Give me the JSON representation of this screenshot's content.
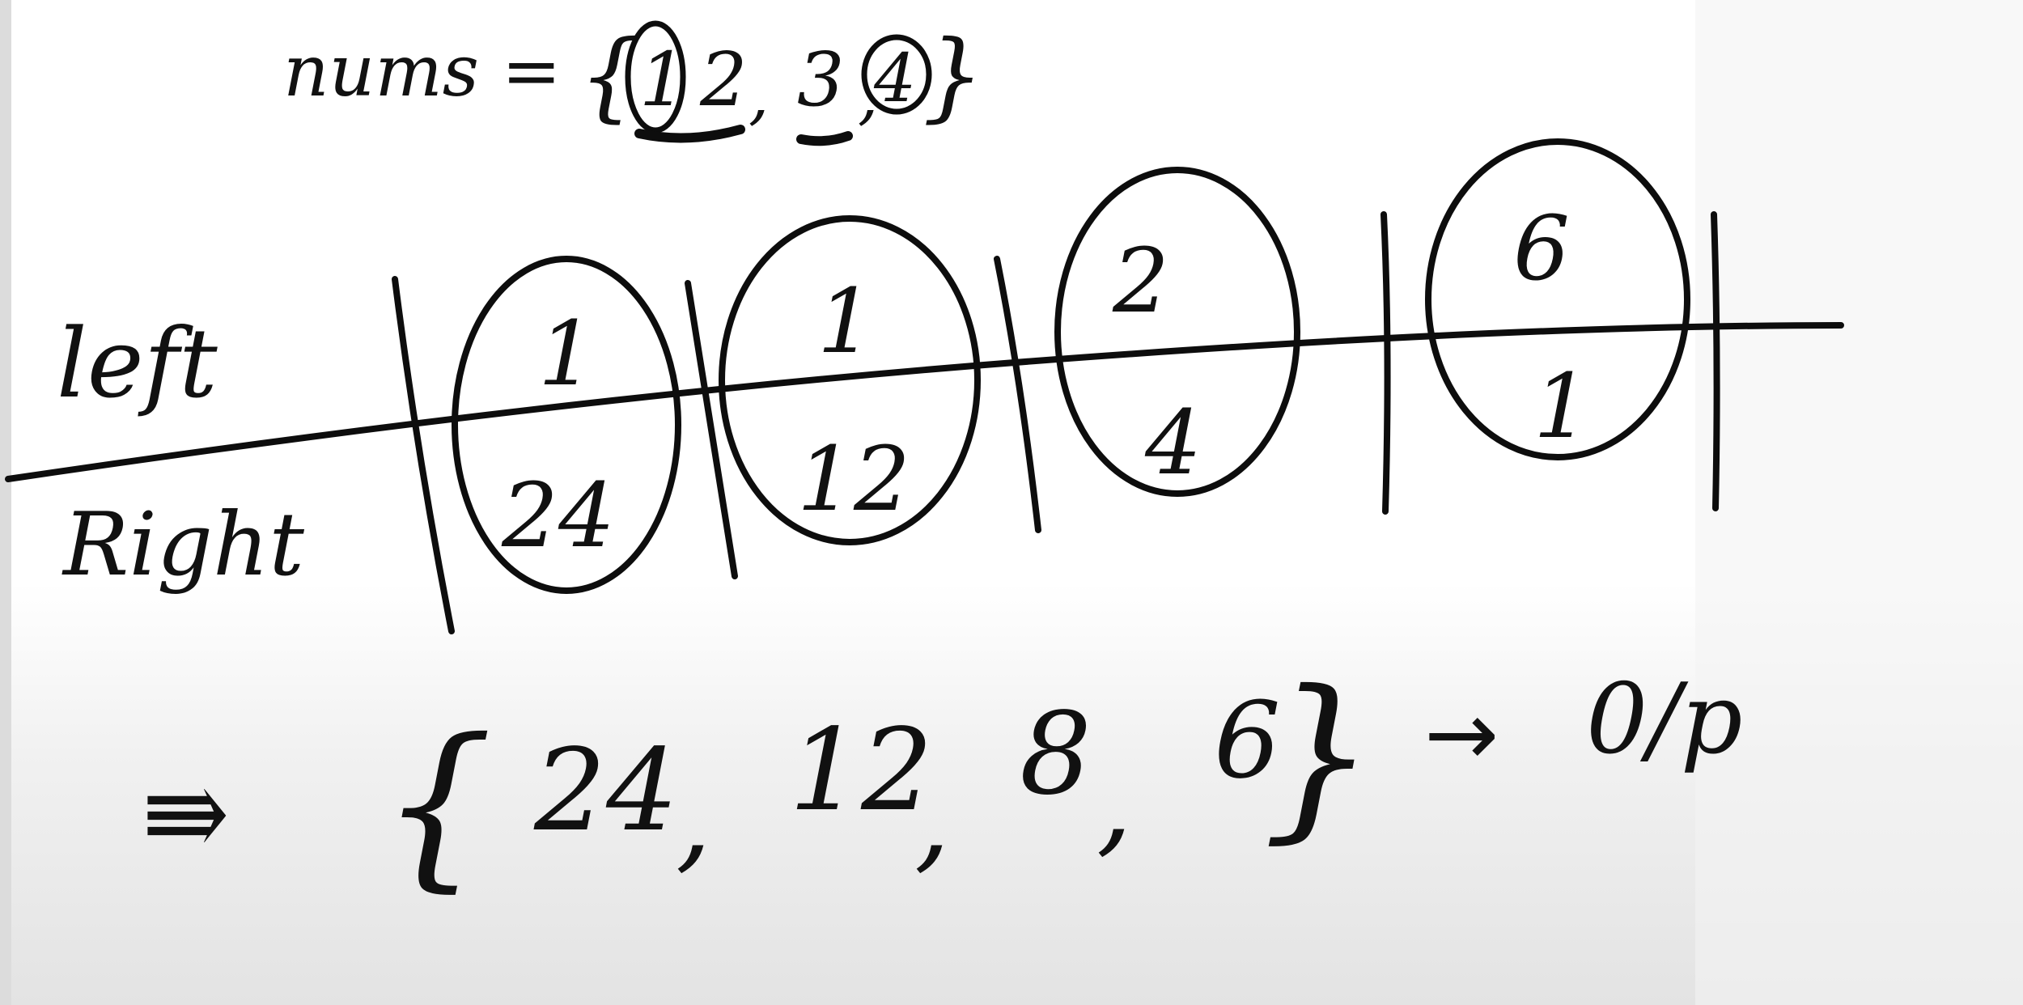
{
  "nums_line": {
    "label": "nums =",
    "open": "{",
    "items": [
      "1",
      "2",
      "3",
      "4"
    ],
    "sep1": ",",
    "sep2": ",",
    "close": "}"
  },
  "row_labels": {
    "top": "left",
    "bottom": "Right"
  },
  "columns": [
    {
      "left": "1",
      "right": "24"
    },
    {
      "left": "1",
      "right": "12"
    },
    {
      "left": "2",
      "right": "4"
    },
    {
      "left": "6",
      "right": "1"
    }
  ],
  "result_line": {
    "implies": "⇛",
    "open": "{",
    "values": [
      "24",
      "12",
      "8",
      "6"
    ],
    "sep": ",",
    "close": "}",
    "arrow": "→",
    "output_label": "0/p"
  }
}
